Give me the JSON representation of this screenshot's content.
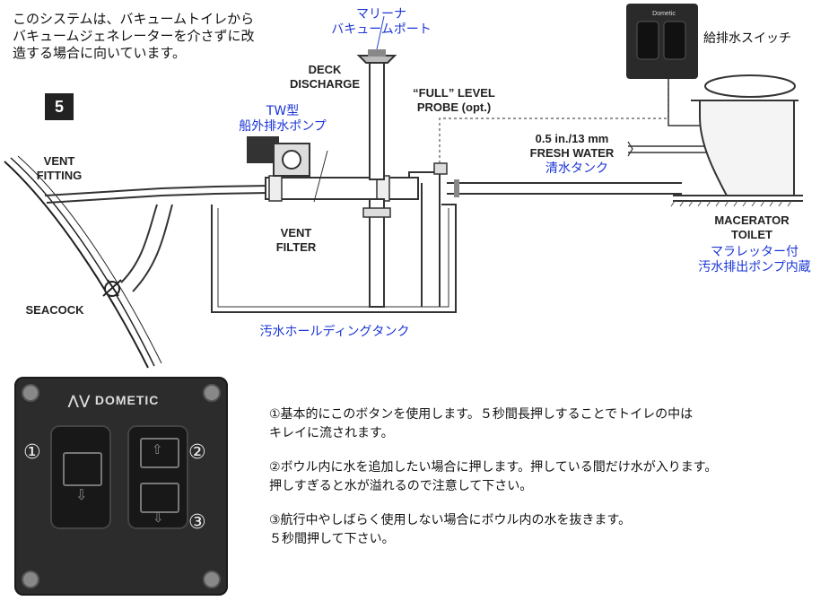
{
  "intro_note": "このシステムは、バキュームトイレから\nバキュームジェネレーターを介さずに改\n造する場合に向いています。",
  "step_number": "5",
  "labels": {
    "marina_port": "マリーナ\nバキュームポート",
    "deck_discharge": "DECK\nDISCHARGE",
    "full_level_probe": "“FULL” LEVEL\nPROBE (opt.)",
    "tw_pump": "TW型\n船外排水ポンプ",
    "vent_fitting": "VENT\nFITTING",
    "vent_filter": "VENT\nFILTER",
    "seacock": "SEACOCK",
    "fresh_water": "0.5 in./13 mm\nFRESH WATER",
    "fresh_water_jp": "清水タンク",
    "holding_tank": "汚水ホールディングタンク",
    "macerator_toilet": "MACERATOR\nTOILET",
    "macerator_toilet_jp": "マラレッター付\n汚水排出ポンプ内蔵",
    "switch_caption": "給排水スイッチ"
  },
  "panel": {
    "brand": "DOMETIC",
    "small_brand": "Dometic",
    "markers": [
      "①",
      "②",
      "③"
    ]
  },
  "instructions": [
    "①基本的にこのボタンを使用します。５秒間長押しすることでトイレの中は\nキレイに流されます。",
    "②ボウル内に水を追加したい場合に押します。押している間だけ水が入ります。\n押しすぎると水が溢れるので注意して下さい。",
    "③航行中やしばらく使用しない場合にボウル内の水を抜きます。\n５秒間押して下さい。"
  ]
}
